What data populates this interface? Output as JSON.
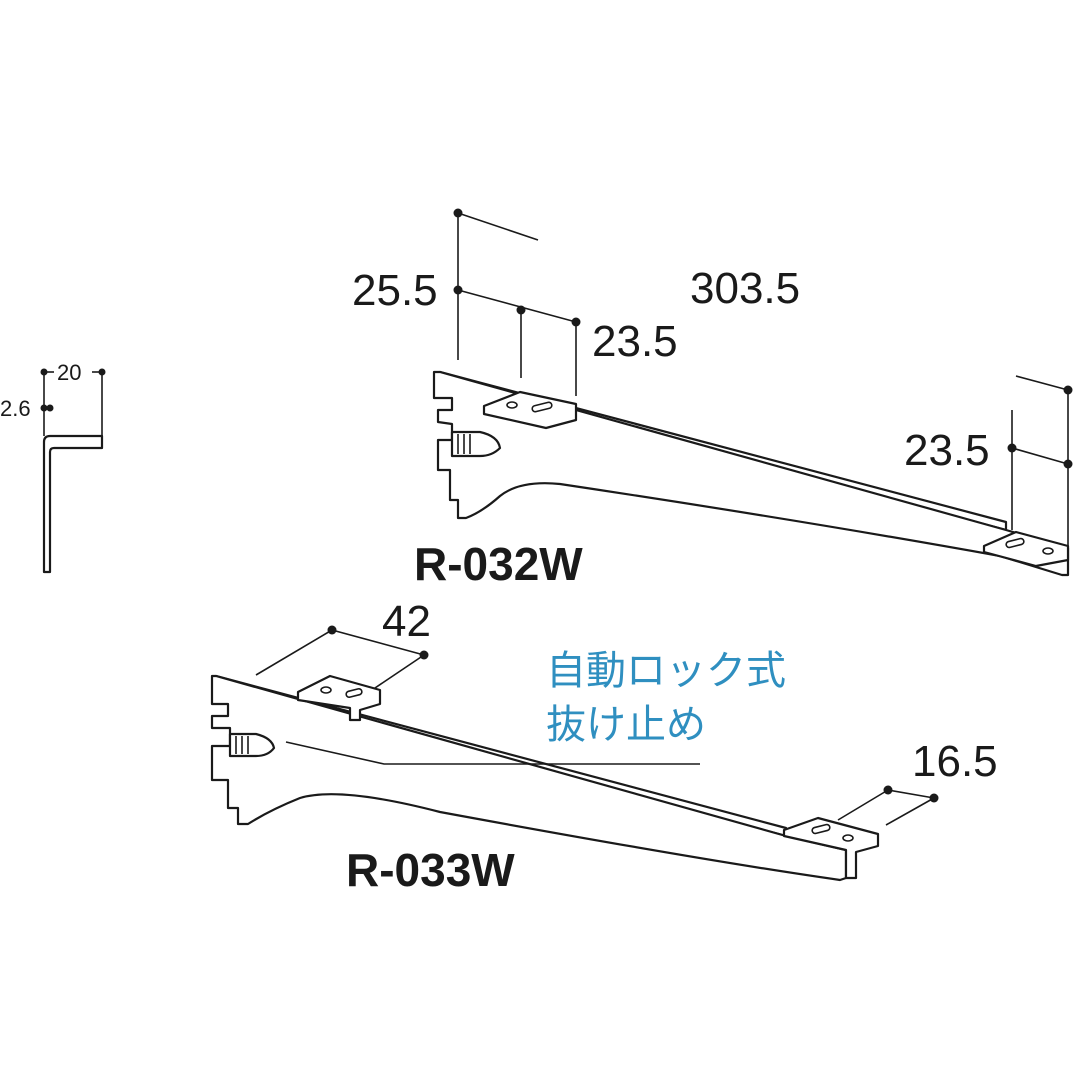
{
  "profile": {
    "width_label": "20",
    "thickness_label": "2.6"
  },
  "r032w": {
    "model": "R-032W",
    "dim_top": "25.5",
    "dim_length": "303.5",
    "dim_slot": "23.5",
    "dim_end": "23.5"
  },
  "r033w": {
    "model": "R-033W",
    "dim_plate": "42",
    "dim_end": "16.5"
  },
  "note": {
    "line1": "自動ロック式",
    "line2": "抜け止め",
    "color": "#2f8fc0"
  }
}
